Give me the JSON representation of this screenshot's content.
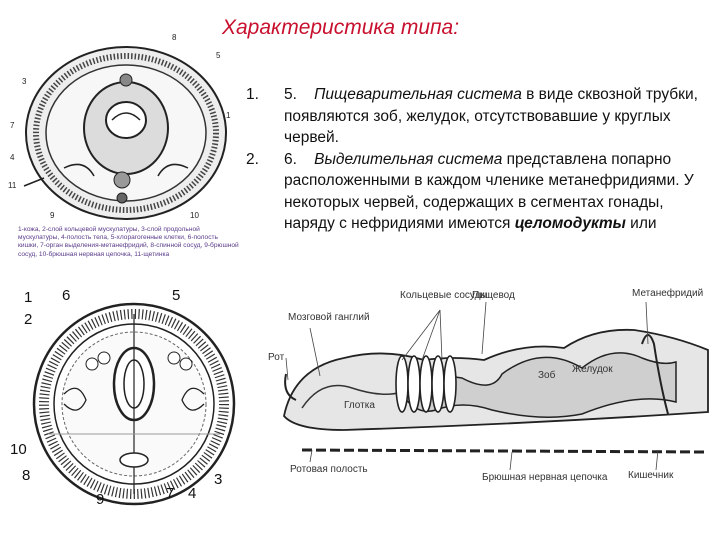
{
  "title": "Характеристика типа:",
  "items": [
    {
      "number": "1.",
      "sub": "5.",
      "term": "Пищеварительная система",
      "text": " в виде сквозной трубки, появляются зоб, желудок, отсутствовавшие у круглых червей."
    },
    {
      "number": "2.",
      "sub": "6.",
      "term": "Выделительная система",
      "text": " представлена попарно расположенными в каждом членике метанефридиями. У некоторых червей, содержащих в сегментах гонады, наряду с нефридиями имеются ",
      "term2": "целомодукты",
      "text2": " или"
    }
  ],
  "figure1": {
    "labels": [
      "8",
      "3",
      "5",
      "7",
      "4",
      "11",
      "1",
      "9",
      "10"
    ],
    "caption": "1-кожа, 2-слой кольцевой мускулатуры, 3-слой продольной мускулатуры, 4-полость тела, 5-хлорагогенные клетки, 6-полость кишки, 7-орган выделения-метанефридий, 8-спинной сосуд, 9-брюшной сосуд, 10-брюшная нервная цепочка, 11-щетинка"
  },
  "figure2": {
    "labels": [
      "1",
      "6",
      "5",
      "2",
      "10",
      "8",
      "9",
      "7",
      "4",
      "3"
    ]
  },
  "figure3": {
    "labels": {
      "rings": "Кольцевые сосуды",
      "esophagus": "Пищевод",
      "metanephridium": "Метанефридий",
      "ganglion": "Мозговой ганглий",
      "mouth": "Рот",
      "crop": "Зоб",
      "stomach": "Желудок",
      "pharynx": "Глотка",
      "oral_cavity": "Ротовая полость",
      "nerve_cord": "Брюшная нервная цепочка",
      "intestine": "Кишечник"
    }
  }
}
